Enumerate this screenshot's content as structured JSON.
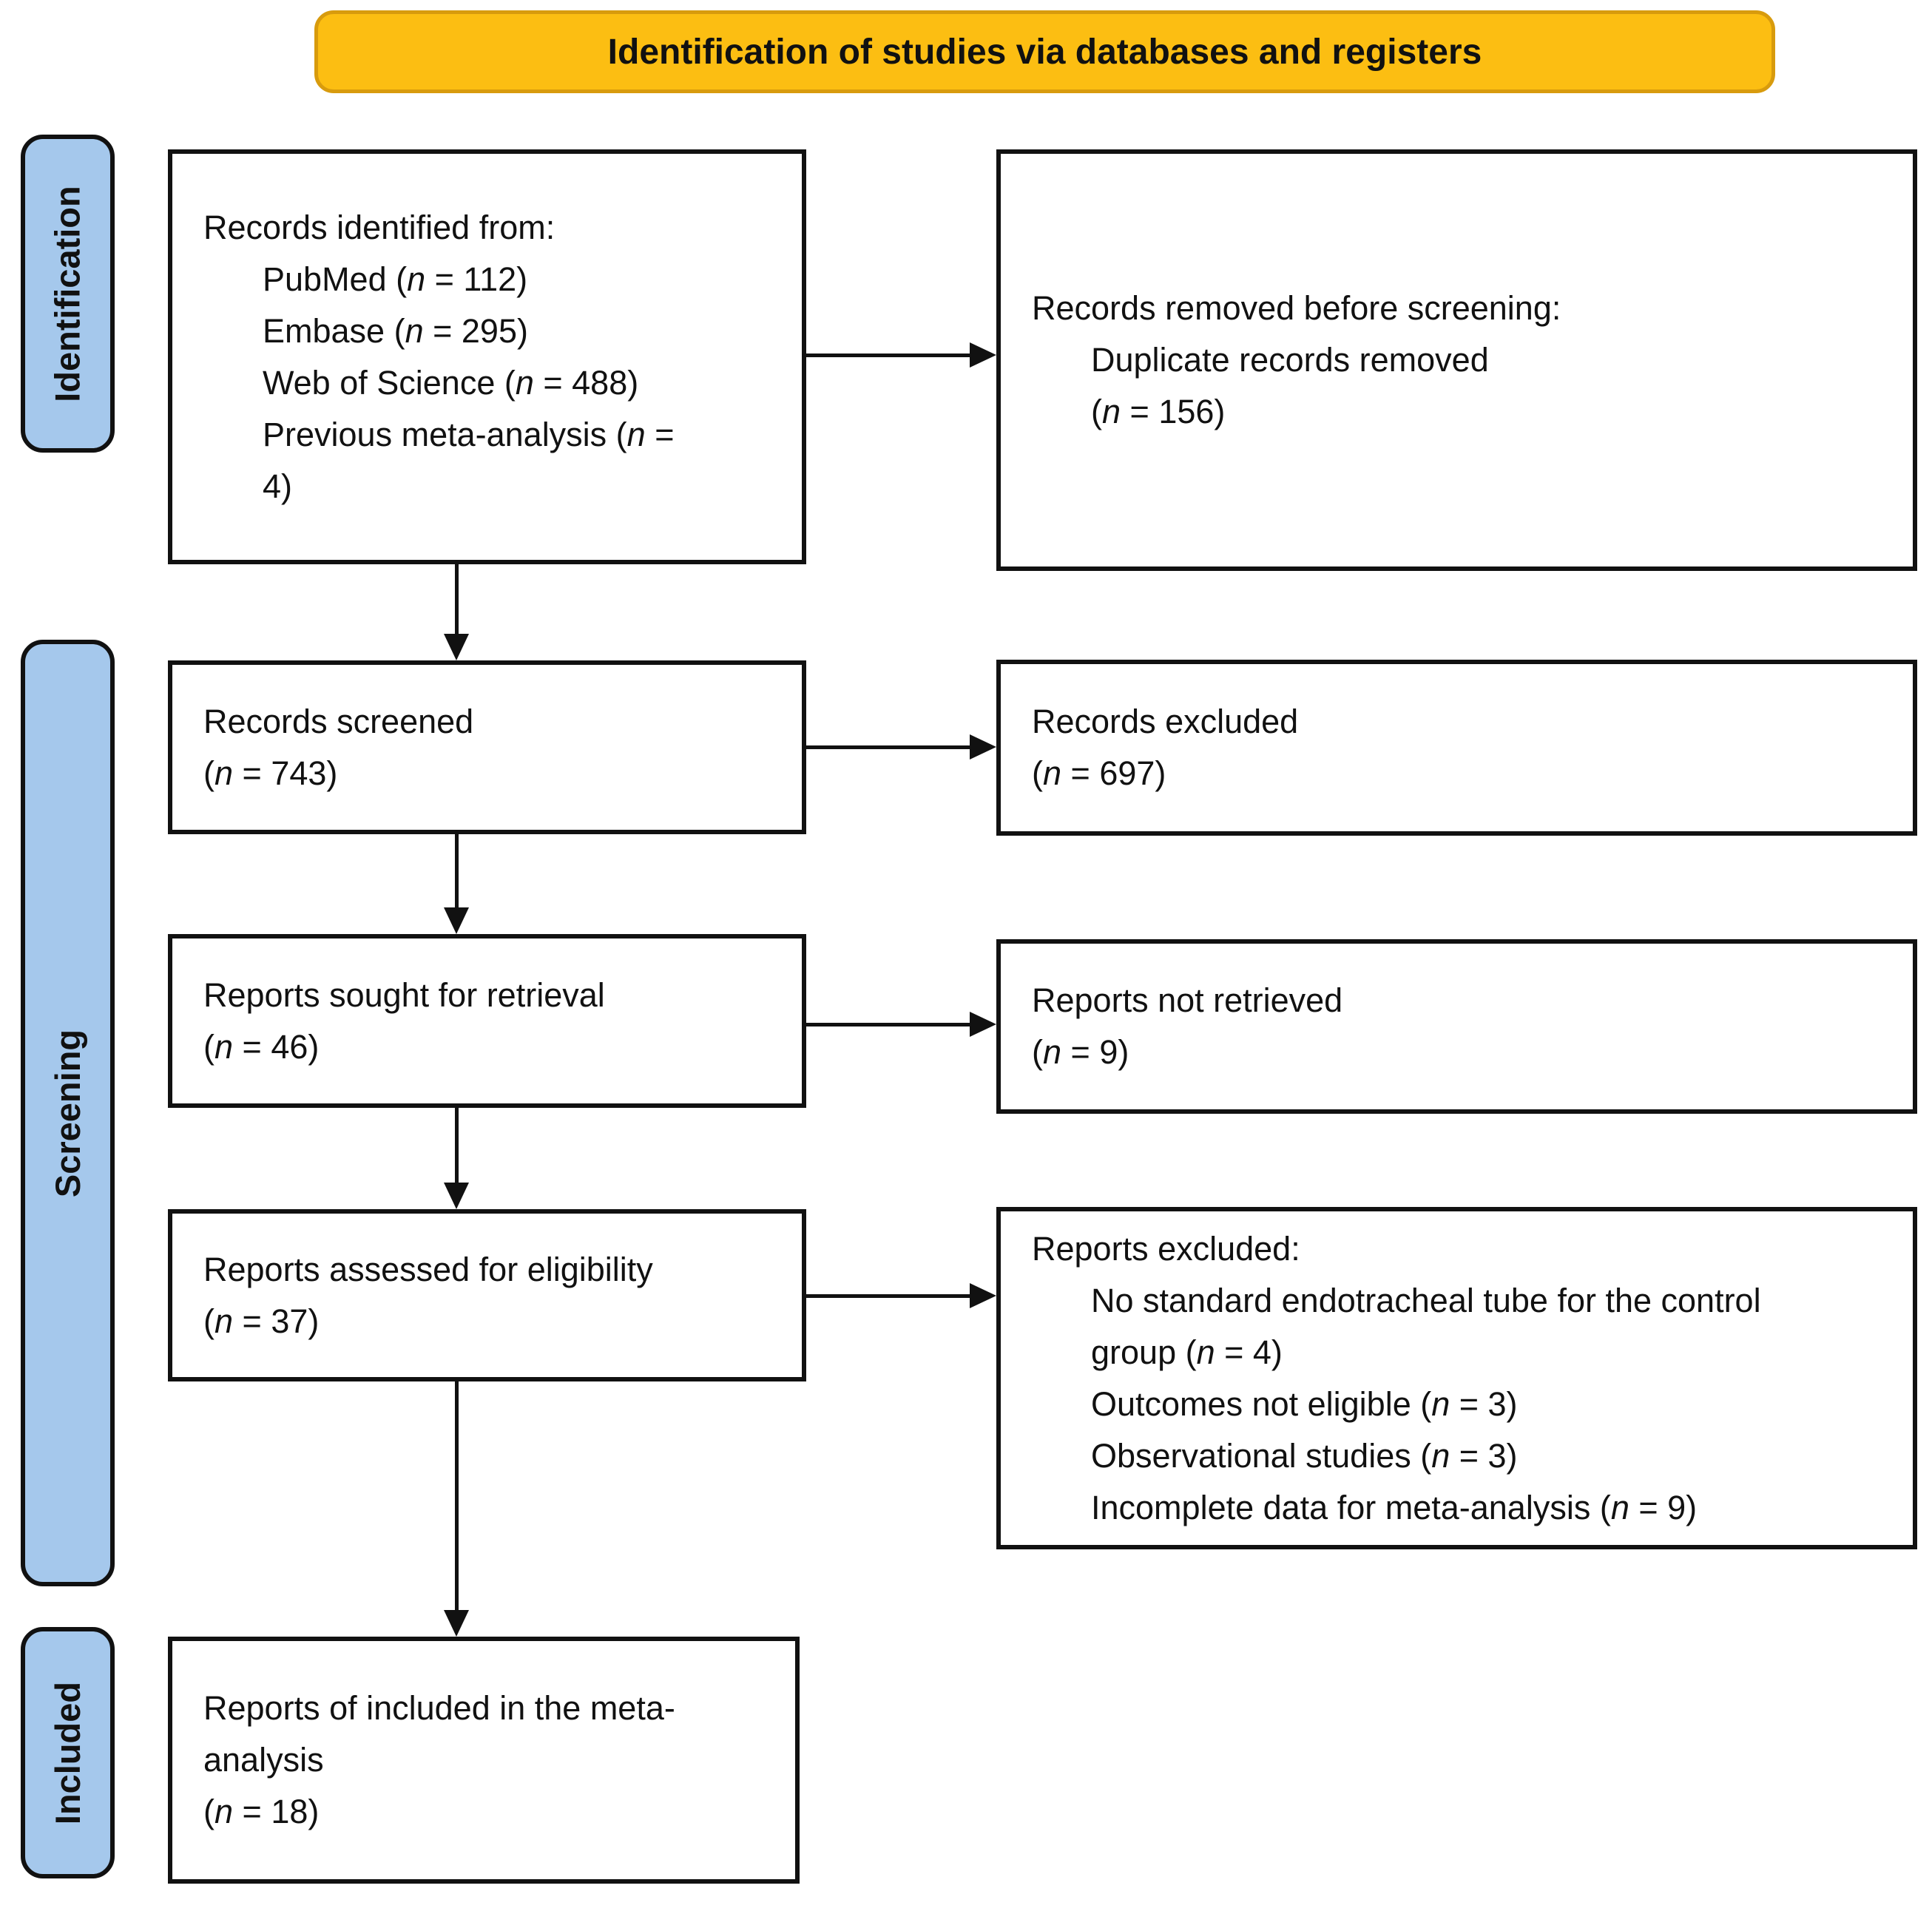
{
  "banner": {
    "label": "Identification of studies via databases and registers"
  },
  "colors": {
    "banner_fill": "#FCBE12",
    "banner_border": "#D89B0D",
    "stage_fill": "#A5C8EC",
    "outline": "#111111"
  },
  "stages": {
    "identification": "Identification",
    "screening": "Screening",
    "included": "Included"
  },
  "boxes": {
    "records_identified": {
      "lines": [
        {
          "ind": 0,
          "seg": [
            {
              "t": "Records identified from:"
            }
          ]
        },
        {
          "ind": 1,
          "seg": [
            {
              "t": "PubMed ("
            },
            {
              "t": "n",
              "i": true
            },
            {
              "t": " = 112)"
            }
          ]
        },
        {
          "ind": 1,
          "seg": [
            {
              "t": "Embase ("
            },
            {
              "t": "n",
              "i": true
            },
            {
              "t": " = 295)"
            }
          ]
        },
        {
          "ind": 1,
          "seg": [
            {
              "t": "Web of Science ("
            },
            {
              "t": "n",
              "i": true
            },
            {
              "t": " = 488)"
            }
          ]
        },
        {
          "ind": 1,
          "seg": [
            {
              "t": "Previous meta-analysis ("
            },
            {
              "t": "n",
              "i": true
            },
            {
              "t": " ="
            }
          ]
        },
        {
          "ind": 1,
          "seg": [
            {
              "t": "4)"
            }
          ]
        }
      ]
    },
    "records_removed": {
      "lines": [
        {
          "ind": 0,
          "seg": [
            {
              "t": "Records removed before screening:"
            }
          ]
        },
        {
          "ind": 1,
          "seg": [
            {
              "t": "Duplicate records removed"
            }
          ]
        },
        {
          "ind": 1,
          "seg": [
            {
              "t": "("
            },
            {
              "t": "n",
              "i": true
            },
            {
              "t": " = 156)"
            }
          ]
        }
      ]
    },
    "records_screened": {
      "lines": [
        {
          "ind": 0,
          "seg": [
            {
              "t": "Records screened"
            }
          ]
        },
        {
          "ind": 0,
          "seg": [
            {
              "t": "("
            },
            {
              "t": "n",
              "i": true
            },
            {
              "t": " = 743)"
            }
          ]
        }
      ]
    },
    "records_excluded": {
      "lines": [
        {
          "ind": 0,
          "seg": [
            {
              "t": "Records excluded"
            }
          ]
        },
        {
          "ind": 0,
          "seg": [
            {
              "t": "("
            },
            {
              "t": "n",
              "i": true
            },
            {
              "t": " = 697)"
            }
          ]
        }
      ]
    },
    "reports_sought": {
      "lines": [
        {
          "ind": 0,
          "seg": [
            {
              "t": "Reports sought for retrieval"
            }
          ]
        },
        {
          "ind": 0,
          "seg": [
            {
              "t": "("
            },
            {
              "t": "n",
              "i": true
            },
            {
              "t": " = 46)"
            }
          ]
        }
      ]
    },
    "reports_not_retrieved": {
      "lines": [
        {
          "ind": 0,
          "seg": [
            {
              "t": "Reports not retrieved"
            }
          ]
        },
        {
          "ind": 0,
          "seg": [
            {
              "t": "("
            },
            {
              "t": "n",
              "i": true
            },
            {
              "t": " = 9)"
            }
          ]
        }
      ]
    },
    "reports_assessed": {
      "lines": [
        {
          "ind": 0,
          "seg": [
            {
              "t": "Reports assessed for eligibility"
            }
          ]
        },
        {
          "ind": 0,
          "seg": [
            {
              "t": "("
            },
            {
              "t": "n",
              "i": true
            },
            {
              "t": " = 37)"
            }
          ]
        }
      ]
    },
    "reports_excluded": {
      "lines": [
        {
          "ind": 0,
          "seg": [
            {
              "t": "Reports excluded:"
            }
          ]
        },
        {
          "ind": 1,
          "seg": [
            {
              "t": "No standard endotracheal tube for the control"
            }
          ]
        },
        {
          "ind": 1,
          "seg": [
            {
              "t": "group ("
            },
            {
              "t": "n",
              "i": true
            },
            {
              "t": " = 4)"
            }
          ]
        },
        {
          "ind": 1,
          "seg": [
            {
              "t": "Outcomes not eligible ("
            },
            {
              "t": "n",
              "i": true
            },
            {
              "t": " = 3)"
            }
          ]
        },
        {
          "ind": 1,
          "seg": [
            {
              "t": "Observational studies ("
            },
            {
              "t": "n",
              "i": true
            },
            {
              "t": " = 3)"
            }
          ]
        },
        {
          "ind": 1,
          "seg": [
            {
              "t": "Incomplete data for meta-analysis ("
            },
            {
              "t": "n",
              "i": true
            },
            {
              "t": " = 9)"
            }
          ]
        }
      ]
    },
    "reports_included": {
      "lines": [
        {
          "ind": 0,
          "seg": [
            {
              "t": "Reports of included in the meta-"
            }
          ]
        },
        {
          "ind": 0,
          "seg": [
            {
              "t": "analysis"
            }
          ]
        },
        {
          "ind": 0,
          "seg": [
            {
              "t": "("
            },
            {
              "t": "n",
              "i": true
            },
            {
              "t": " = 18)"
            }
          ]
        }
      ]
    }
  }
}
